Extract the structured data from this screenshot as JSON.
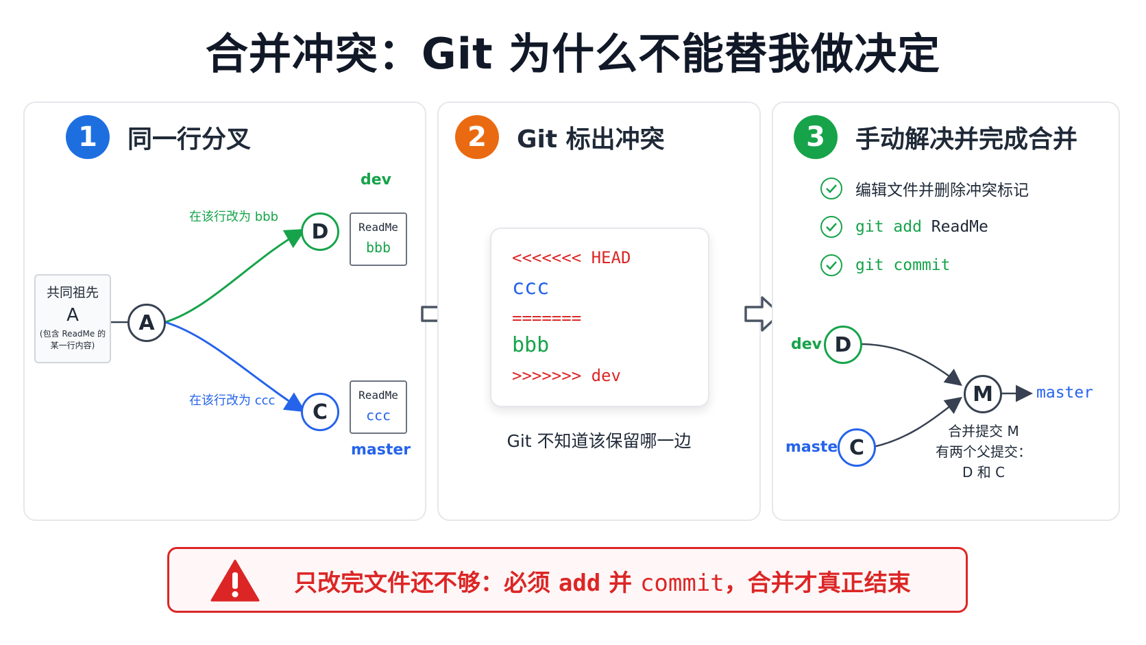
{
  "title": "合并冲突：Git 为什么不能替我做决定",
  "colors": {
    "green": "#16a34a",
    "blue": "#2563eb",
    "orange": "#ea580c",
    "red": "#dc2626",
    "dark": "#374151"
  },
  "panel1": {
    "num": "1",
    "heading": "同一行分叉",
    "ancestor": {
      "title": "共同祖先",
      "node": "A",
      "note_line1": "(包含 ReadMe 的",
      "note_line2": "某一行内容)"
    },
    "node_a": "A",
    "node_d": "D",
    "node_c": "C",
    "edit_dev": "在该行改为 bbb",
    "edit_master": "在该行改为 ccc",
    "branch_dev": "dev",
    "branch_master": "master",
    "file_d": {
      "name": "ReadMe",
      "content": "bbb"
    },
    "file_c": {
      "name": "ReadMe",
      "content": "ccc"
    }
  },
  "panel2": {
    "num": "2",
    "heading": "Git 标出冲突",
    "conflict_lines": [
      "<<<<<<< HEAD",
      "ccc",
      "=======",
      "bbb",
      ">>>>>>> dev"
    ],
    "caption": "Git 不知道该保留哪一边"
  },
  "panel3": {
    "num": "3",
    "heading": "手动解决并完成合并",
    "steps": [
      {
        "text": "编辑文件并删除冲突标记"
      },
      {
        "cmd": "git add",
        "arg": " ReadMe"
      },
      {
        "cmd": "git commit",
        "arg": ""
      }
    ],
    "node_d": "D",
    "node_c": "C",
    "node_m": "M",
    "branch_dev": "dev",
    "branch_master": "master",
    "result_branch": "master",
    "merge_note_1": "合并提交 M",
    "merge_note_2": "有两个父提交：",
    "merge_note_3": "D 和 C"
  },
  "warning": {
    "icon": "warning-triangle-icon",
    "p1": "只改完文件还不够：必须 ",
    "p2": "add",
    "p3": " 并 ",
    "p4": "commit",
    "p5": "，合并才真正结束"
  }
}
